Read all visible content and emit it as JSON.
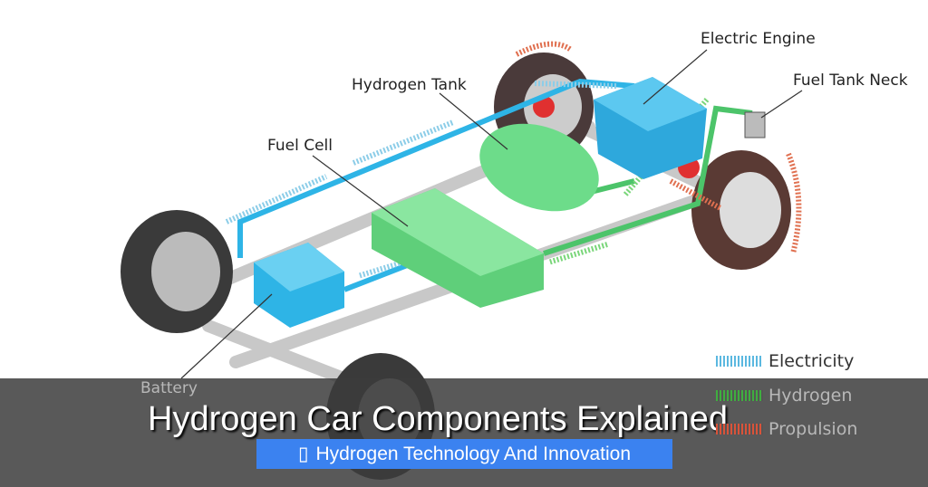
{
  "labels": {
    "electric_engine": "Electric Engine",
    "fuel_tank_neck": "Fuel Tank Neck",
    "hydrogen_tank": "Hydrogen Tank",
    "fuel_cell": "Fuel Cell",
    "battery": "Battery"
  },
  "legend": [
    {
      "label": "Electricity",
      "color": "#5bb8e0"
    },
    {
      "label": "Hydrogen",
      "color": "#3fae3f"
    },
    {
      "label": "Propulsion",
      "color": "#d9533a"
    }
  ],
  "overlay": {
    "title": "Hydrogen Car Components Explained",
    "badge_icon": "tag-icon",
    "badge_icon_glyph": "▯",
    "badge_text": "Hydrogen Technology And Innovation"
  },
  "colors": {
    "badge": "#3b82f0",
    "blue_part": "#2eb4e6",
    "green_part": "#6ddc8a"
  }
}
